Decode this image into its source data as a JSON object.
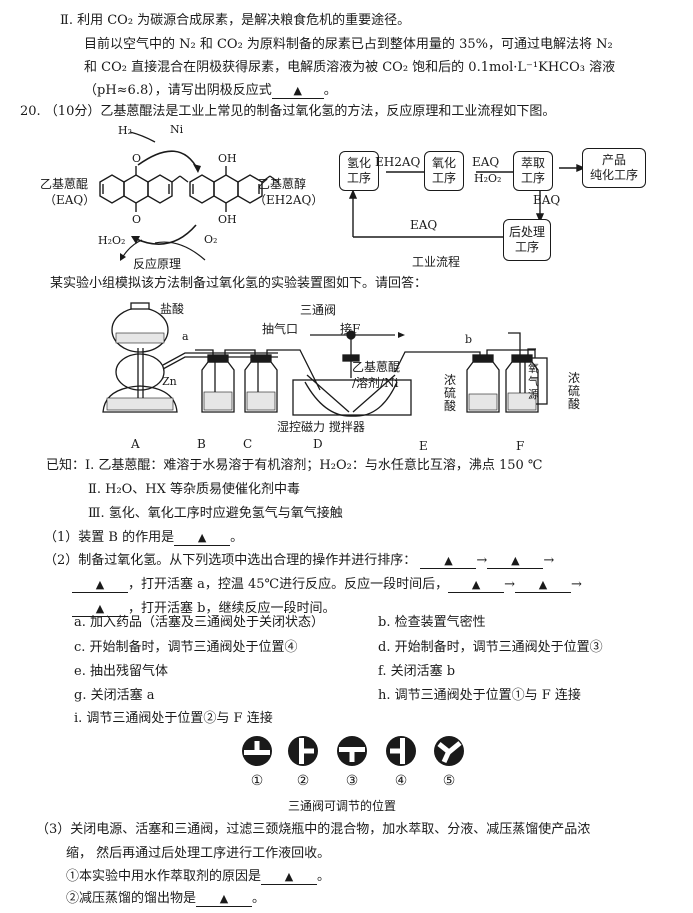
{
  "section2": {
    "heading": "Ⅱ. 利用 CO₂ 为碳源合成尿素，是解决粮食危机的重要途径。",
    "line1": "目前以空气中的 N₂ 和 CO₂ 为原料制备的尿素已占到整体用量的 35%，可通过电解法将 N₂",
    "line2": "和 CO₂ 直接混合在阴极获得尿素，电解质溶液为被 CO₂ 饱和后的 0.1mol·L⁻¹KHCO₃ 溶液",
    "line3_pre": "（pH≈6.8），请写出阴极反应式",
    "line3_post": "。"
  },
  "blank_marker": "▲",
  "q20": {
    "title": "20. （10分）乙基蒽醌法是工业上常见的制备过氧化氢的方法，反应原理和工业流程如下图。",
    "reaction": {
      "h2": "H₂",
      "ni": "Ni",
      "o2": "O₂",
      "h2o2": "H₂O₂",
      "eaq_name": "乙基蒽醌",
      "eaq_abbr": "（EAQ）",
      "eh2aq_name": "乙基蒽醇",
      "eh2aq_abbr": "（EH2AQ）",
      "atom_o": "O",
      "atom_oh": "OH",
      "caption": "反应原理"
    },
    "flow": {
      "boxes": {
        "hydro": "氢化\n工序",
        "oxid": "氧化\n工序",
        "extract": "萃取\n工序",
        "product": "产品\n纯化工序",
        "post": "后处理\n工序"
      },
      "labels": {
        "eh2aq": "EH2AQ",
        "eaq1": "EAQ",
        "h2o2": "H₂O₂",
        "eaq2": "EAQ",
        "eaq3": "EAQ"
      },
      "caption": "工业流程"
    },
    "intro": "某实验小组模拟该方法制备过氧化氢的实验装置图如下。请回答：",
    "apparatus": {
      "hcl": "盐酸",
      "a": "a",
      "zn": "Zn",
      "three_way": "三通阀",
      "pump_port": "抽气口",
      "to_f": "接F",
      "eaq_mix_1": "乙基蒽醌",
      "eaq_mix_2": "/溶剂/Ni",
      "stirrer": "湿控磁力 搅拌器",
      "b": "b",
      "conc_acid_e": "浓\n硫\n酸",
      "o2_source": "氧\n气\n源",
      "conc_acid_f": "浓\n硫\n酸",
      "labels": [
        "A",
        "B",
        "C",
        "D",
        "E",
        "F"
      ]
    },
    "known": {
      "prefix": "已知：",
      "i": "Ⅰ. 乙基蒽醌：难溶于水易溶于有机溶剂；H₂O₂：与水任意比互溶，沸点 150 ℃",
      "ii": "Ⅱ. H₂O、HX 等杂质易使催化剂中毒",
      "iii": "Ⅲ. 氢化、氧化工序时应避免氢气与氧气接触"
    },
    "part1": {
      "pre": "（1）装置 B 的作用是",
      "post": "。"
    },
    "part2": {
      "pre": "（2）制备过氧化氢。从下列选项中选出合理的操作并进行排序：",
      "arrow": "→",
      "mid1": "，打开活塞 a，控温 45℃进行反应。反应一段时间后，",
      "mid2": "，打开活塞 b，继续反应一段时间。",
      "options": [
        "a. 加入药品（活塞及三通阀处于关闭状态）",
        "b. 检查装置气密性",
        "c. 开始制备时，调节三通阀处于位置④",
        "d. 开始制备时，调节三通阀处于位置③",
        "e. 抽出残留气体",
        "f. 关闭活塞 b",
        "g. 关闭活塞 a",
        "h. 调节三通阀处于位置①与 F 连接",
        "i. 调节三通阀处于位置②与 F 连接"
      ],
      "valve_positions": [
        "①",
        "②",
        "③",
        "④",
        "⑤"
      ],
      "valve_caption": "三通阀可调节的位置"
    },
    "part3": {
      "line1": "（3）关闭电源、活塞和三通阀，过滤三颈烧瓶中的混合物，加水萃取、分液、减压蒸馏使产品浓",
      "line2": "缩， 然后再通过后处理工序进行工作液回收。",
      "q1_pre": "①本实验中用水作萃取剂的原因是",
      "q1_post": "。",
      "q2_pre": "②减压蒸馏的馏出物是",
      "q2_post": "。"
    }
  }
}
